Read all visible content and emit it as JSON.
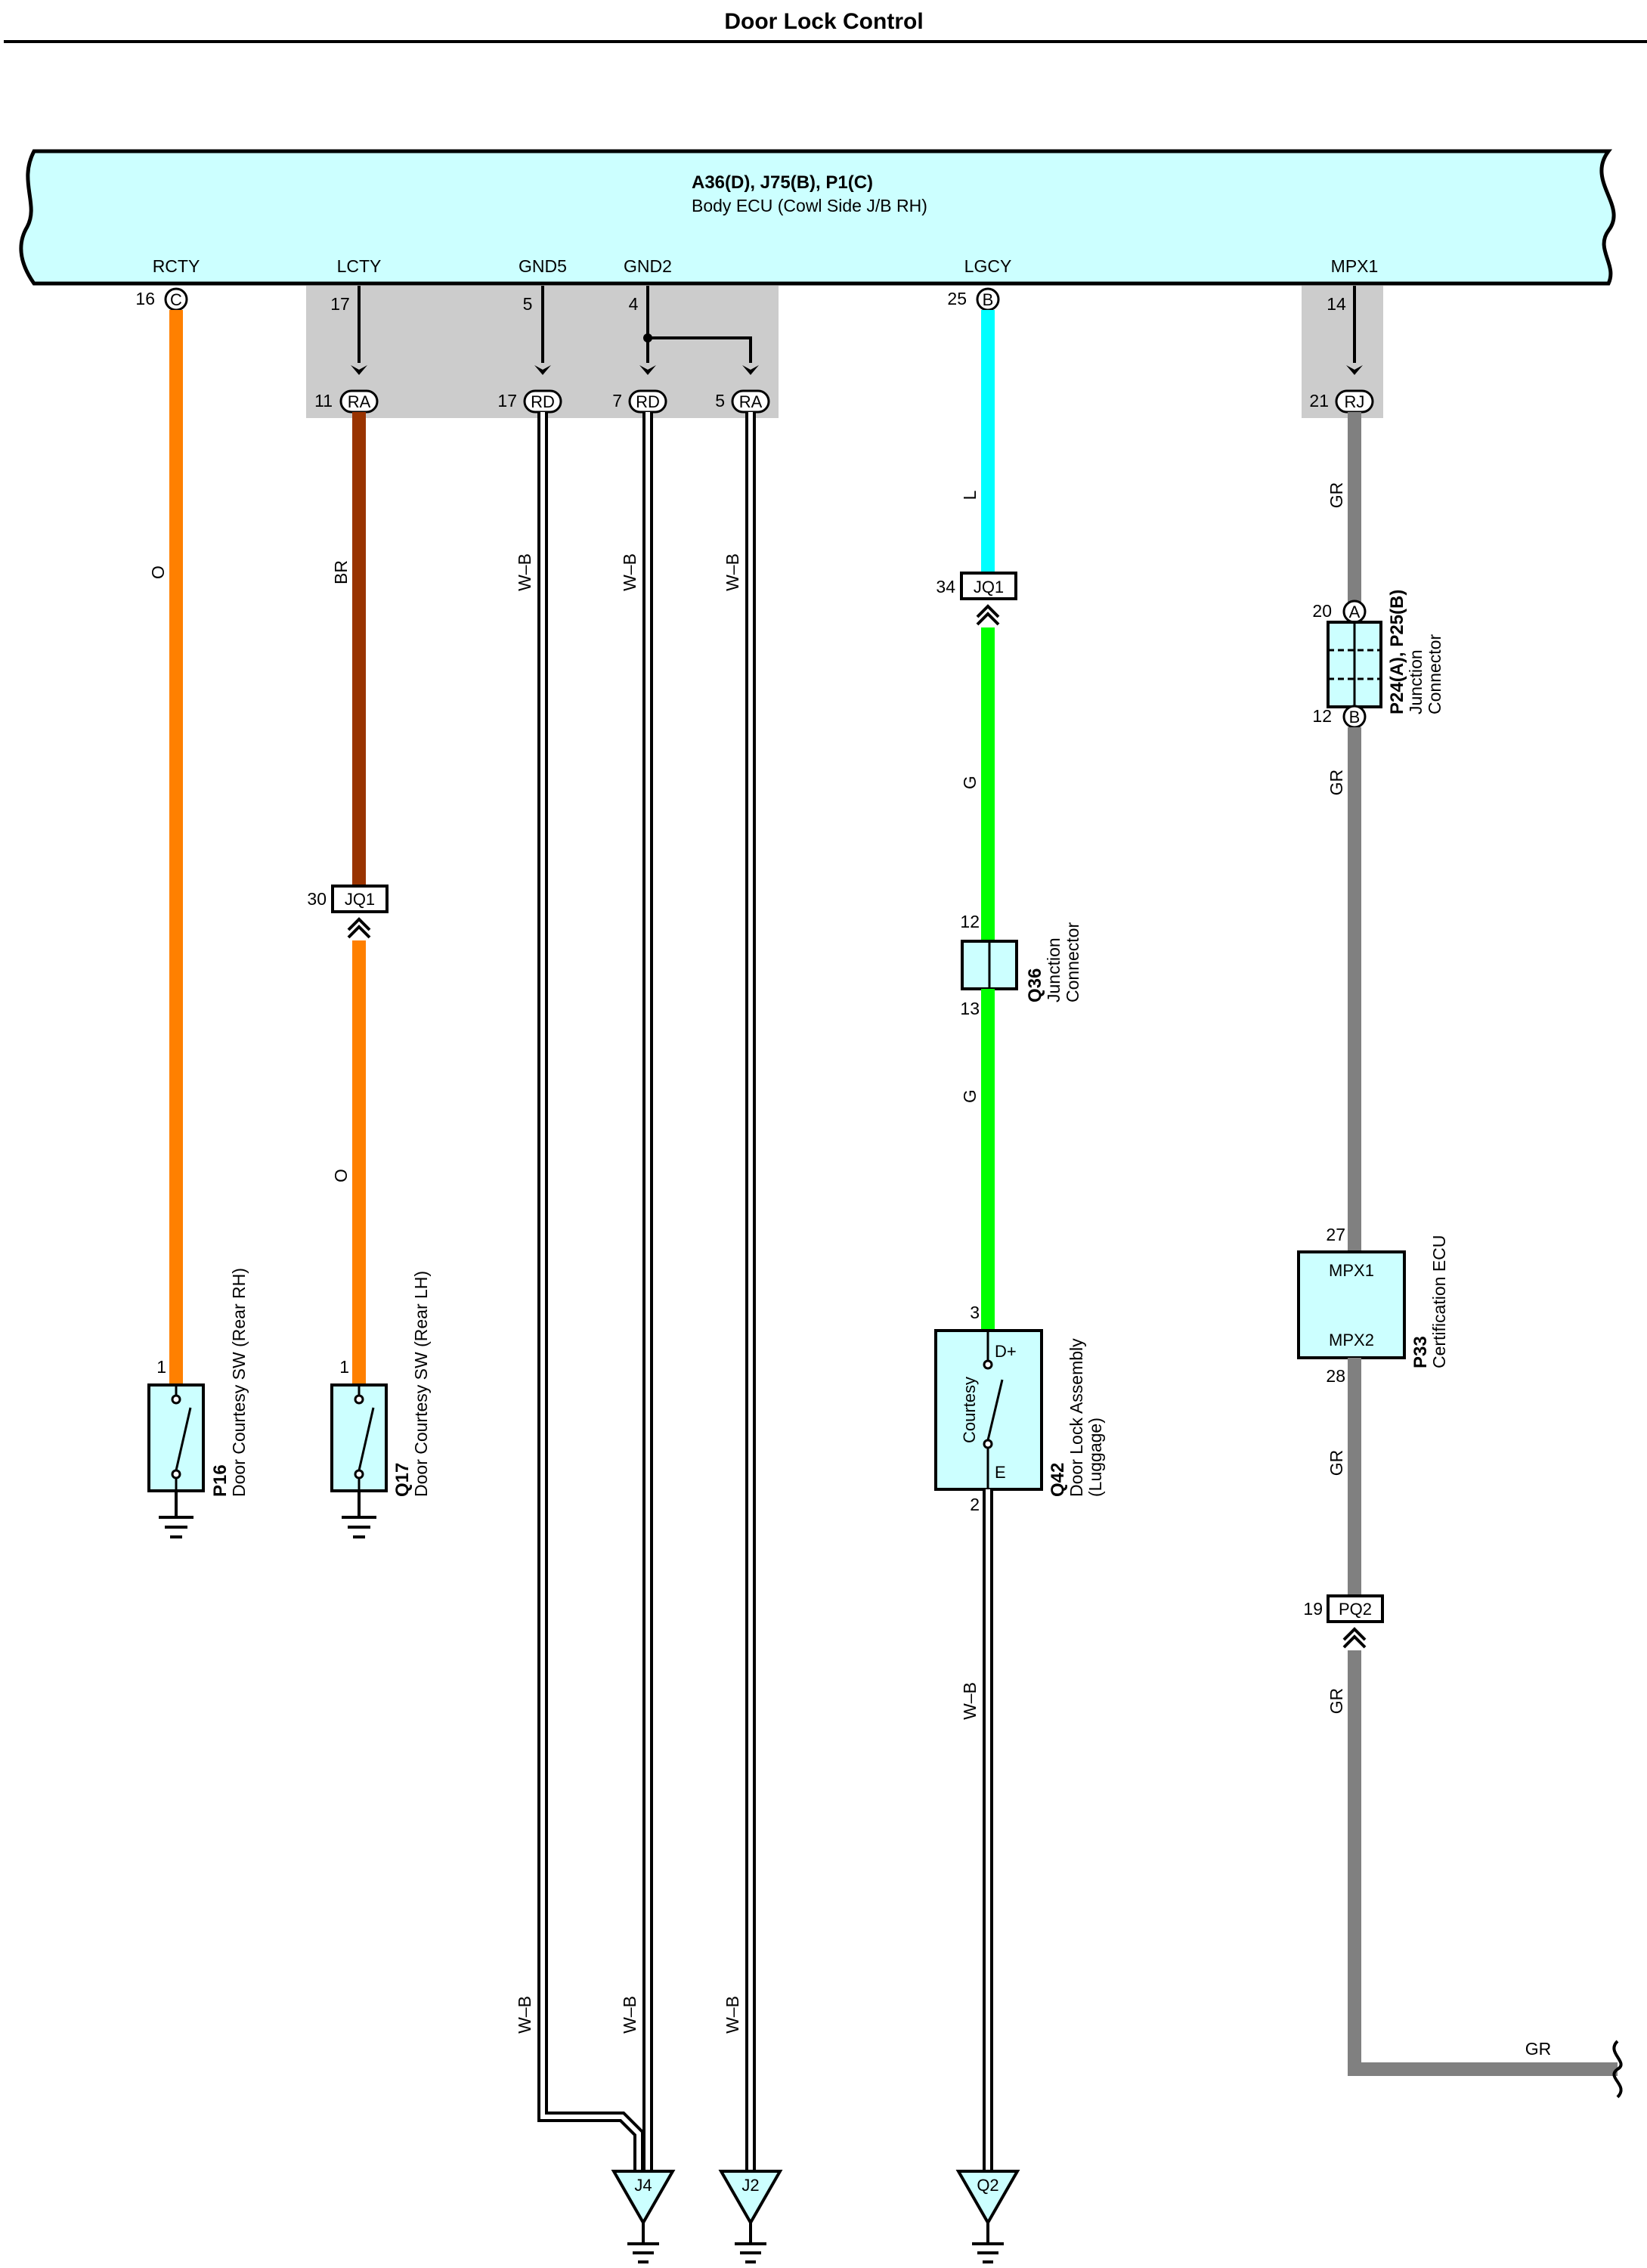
{
  "title": "Door Lock Control",
  "colors": {
    "ecu_fill": "#ccffff",
    "conn_bg": "#cccccc",
    "wire_orange": "#ff8000",
    "wire_brown": "#993300",
    "wire_blue": "#00ffff",
    "wire_green": "#00ff00",
    "wire_gray": "#808080",
    "comp_fill": "#ccffff"
  },
  "ecu": {
    "codes": "A36(D), J75(B), P1(C)",
    "name": "Body ECU (Cowl Side J/B RH)"
  },
  "terminals": {
    "rcty": "RCTY",
    "lcty": "LCTY",
    "gnd5": "GND5",
    "gnd2": "GND2",
    "lgcy": "LGCY",
    "mpx1": "MPX1"
  },
  "pins": {
    "rcty_pin": "16",
    "rcty_conn": "C",
    "lcty_pin": "17",
    "lcty_out_pin": "11",
    "lcty_out_conn": "RA",
    "gnd5_pin": "5",
    "gnd5_out_pin": "17",
    "gnd5_out_conn": "RD",
    "gnd2_pin": "4",
    "gnd2_out_pin_a": "7",
    "gnd2_out_conn_a": "RD",
    "gnd2_out_pin_b": "5",
    "gnd2_out_conn_b": "RA",
    "lgcy_pin": "25",
    "lgcy_conn": "B",
    "mpx1_pin": "14",
    "mpx1_out_pin": "21",
    "mpx1_out_conn": "RJ"
  },
  "wire_labels": {
    "o": "O",
    "br": "BR",
    "wb": "W–B",
    "l": "L",
    "g": "G",
    "gr": "GR"
  },
  "inline_connectors": {
    "jq1_lcty": {
      "pin": "30",
      "name": "JQ1"
    },
    "jq1_lgcy": {
      "pin": "34",
      "name": "JQ1"
    },
    "pq2": {
      "pin": "19",
      "name": "PQ2"
    }
  },
  "junction_p24": {
    "pin_top": "20",
    "conn_top": "A",
    "pin_bottom": "12",
    "conn_bottom": "B",
    "code": "P24(A), P25(B)",
    "name_line1": "Junction",
    "name_line2": "Connector"
  },
  "junction_q36": {
    "pin_top": "12",
    "pin_bottom": "13",
    "code": "Q36",
    "name_line1": "Junction",
    "name_line2": "Connector"
  },
  "p16": {
    "pin": "1",
    "code": "P16",
    "name": "Door Courtesy SW (Rear RH)"
  },
  "q17": {
    "pin": "1",
    "code": "Q17",
    "name": "Door Courtesy SW (Rear LH)"
  },
  "q42": {
    "pin_top": "3",
    "pin_bottom": "2",
    "code": "Q42",
    "name_line1": "Door Lock Assembly",
    "name_line2": "(Luggage)",
    "term_top": "D+",
    "term_bottom": "E",
    "inner": "Courtesy"
  },
  "p33": {
    "pin_top": "27",
    "pin_bottom": "28",
    "term_top": "MPX1",
    "term_bottom": "MPX2",
    "code": "P33",
    "name": "Certification ECU"
  },
  "grounds": {
    "j4": "J4",
    "j2": "J2",
    "q2": "Q2"
  }
}
